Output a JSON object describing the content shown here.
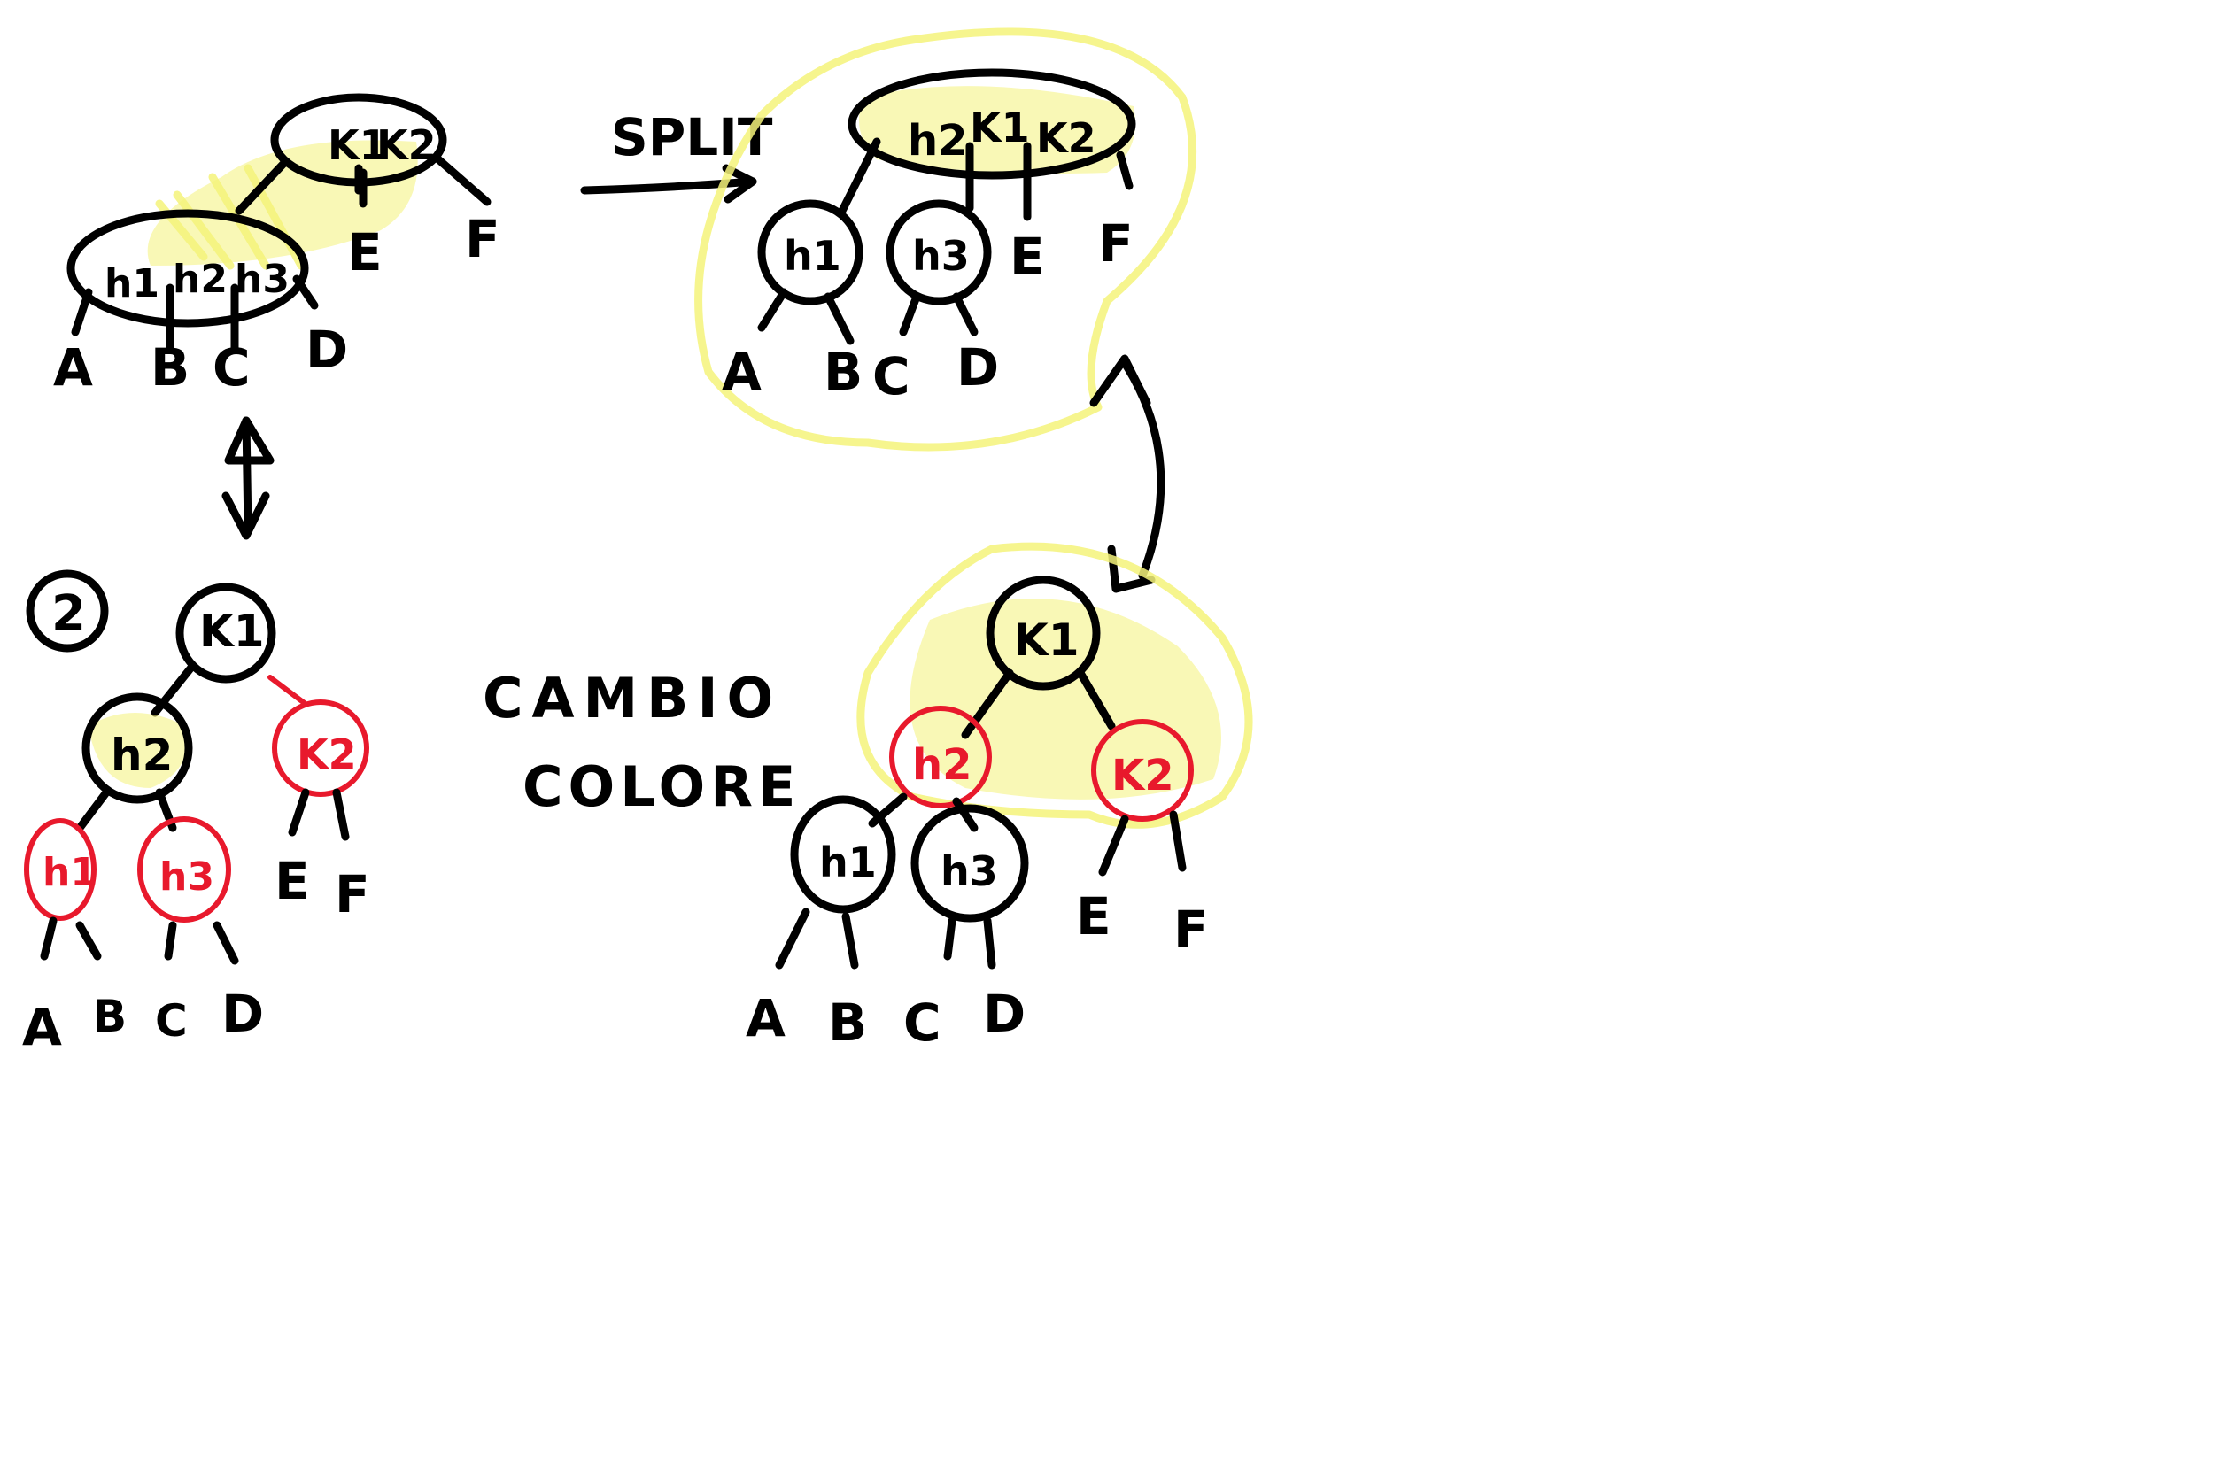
{
  "colors": {
    "ink": "#000000",
    "red": "#e8192c",
    "highlight": "#f4f37a",
    "background": "#ffffff"
  },
  "btree": {
    "top_keys": [
      "K1",
      "K2"
    ],
    "bottom_keys": [
      "h1",
      "h2",
      "h3"
    ],
    "leaves": [
      "A",
      "B",
      "C",
      "D",
      "E",
      "F"
    ]
  },
  "split": {
    "label": "SPLIT",
    "top_keys": [
      "h2",
      "K1",
      "K2"
    ],
    "children": [
      "h1",
      "h3"
    ],
    "leaves": [
      "A",
      "B",
      "C",
      "D",
      "E",
      "F"
    ]
  },
  "rb_step2": {
    "step_number": "2",
    "root": "K1",
    "left": "h2",
    "right": "K2",
    "left_left": "h1",
    "left_right": "h3",
    "leaves": [
      "A",
      "B",
      "C",
      "D",
      "E",
      "F"
    ]
  },
  "recolor": {
    "label_line1": "CAMBIO",
    "label_line2": "COLORE",
    "root": "K1",
    "left": "h2",
    "right": "K2",
    "left_left": "h1",
    "left_right": "h3",
    "leaves": [
      "A",
      "B",
      "C",
      "D",
      "E",
      "F"
    ]
  }
}
